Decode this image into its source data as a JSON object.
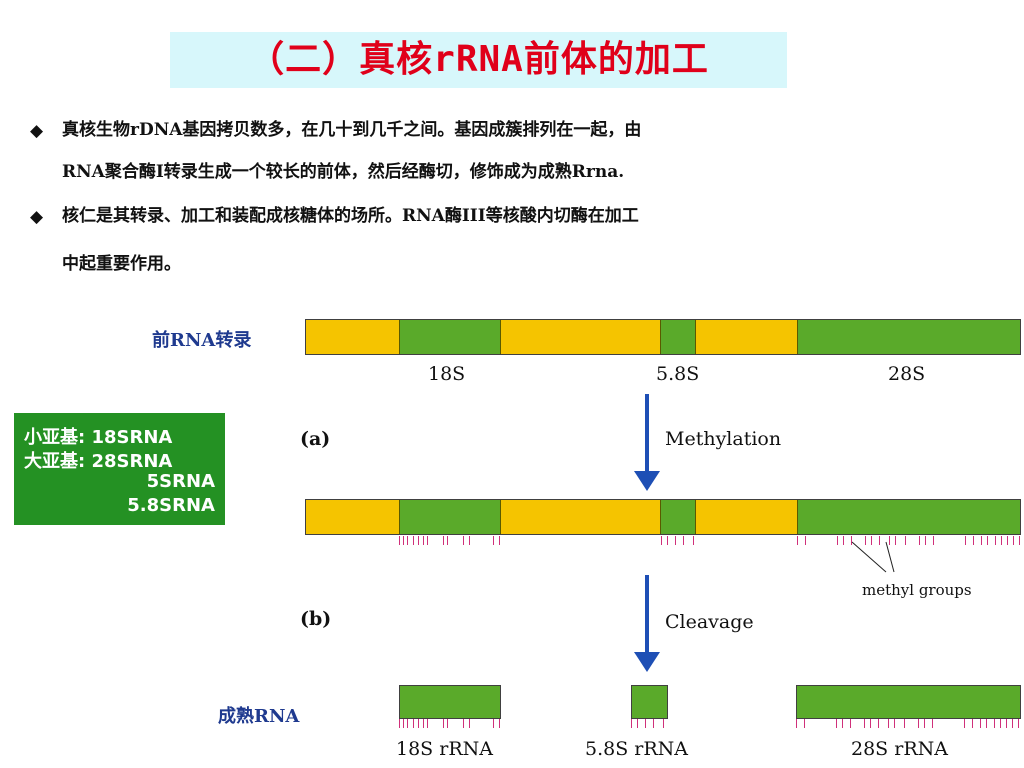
{
  "title": "（二）真核rRNA前体的加工",
  "bullets": [
    {
      "marker": "◆",
      "line1": "真核生物rDNA基因拷贝数多，在几十到几千之间。基因成簇排列在一起，由",
      "line2": "RNA聚合酶I转录生成一个较长的前体，然后经酶切，修饰成为成熟Rrna."
    },
    {
      "marker": "◆",
      "line1": "核仁是其转录、加工和装配成核糖体的场所。RNA酶III等核酸内切酶在加工",
      "line2": "中起重要作用。"
    }
  ],
  "diagram": {
    "pre_rna_label": "前RNA转录",
    "mature_rna_label": "成熟RNA",
    "segment_labels": [
      "18S",
      "5.8S",
      "28S"
    ],
    "step_a": "(a)",
    "step_a_name": "Methylation",
    "step_b": "(b)",
    "step_b_name": "Cleavage",
    "methyl_groups_label": "methyl groups",
    "mature_labels": [
      "18S rRNA",
      "5.8S rRNA",
      "28S rRNA"
    ],
    "colors": {
      "spacer": "#f5c400",
      "rrna": "#5aaa2a",
      "arrow": "#1e4fb5",
      "methyl_tick": "#d0307a",
      "title": "#e0001a"
    }
  },
  "legend": {
    "lines": [
      "小亚基: 18SRNA",
      "大亚基: 28SRNA",
      "5SRNA",
      "5.8SRNA"
    ],
    "background": "#249123"
  }
}
